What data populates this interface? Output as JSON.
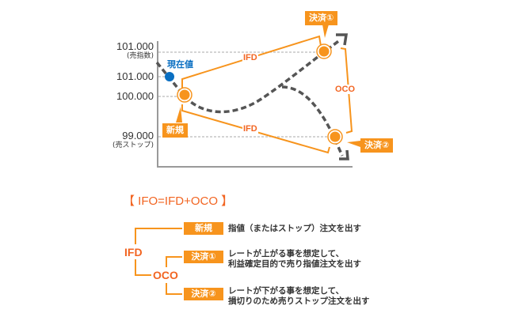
{
  "chart": {
    "y_axis_labels": [
      {
        "value": "101.000",
        "sub": "(売指数)"
      },
      {
        "value": "101.000",
        "sub": ""
      },
      {
        "value": "100.000",
        "sub": ""
      },
      {
        "value": "99.000",
        "sub": "(売ストップ)"
      }
    ],
    "current_price_label": "現在値",
    "entry_tag": "新規",
    "settle1_tag": "決済①",
    "settle2_tag": "決済②",
    "ifd_upper_label": "IFD",
    "ifd_lower_label": "IFD",
    "oco_label": "OCO",
    "colors": {
      "orange": "#f7941d",
      "orange_text": "#f26522",
      "blue": "#0a6fc2",
      "dashed": "#555555",
      "axis": "#999999"
    }
  },
  "legend": {
    "title": "【 IFO=IFD+OCO 】",
    "ifd_label": "IFD",
    "oco_label": "OCO",
    "rows": [
      {
        "tag": "新規",
        "lines": [
          "指値（またはストップ）注文を出す"
        ]
      },
      {
        "tag": "決済①",
        "lines": [
          "レートが上がる事を想定して、",
          "利益確定目的で売り指値注文を出す"
        ]
      },
      {
        "tag": "決済②",
        "lines": [
          "レートが下がる事を想定して、",
          "損切りのため売りストップ注文を出す"
        ]
      }
    ]
  }
}
